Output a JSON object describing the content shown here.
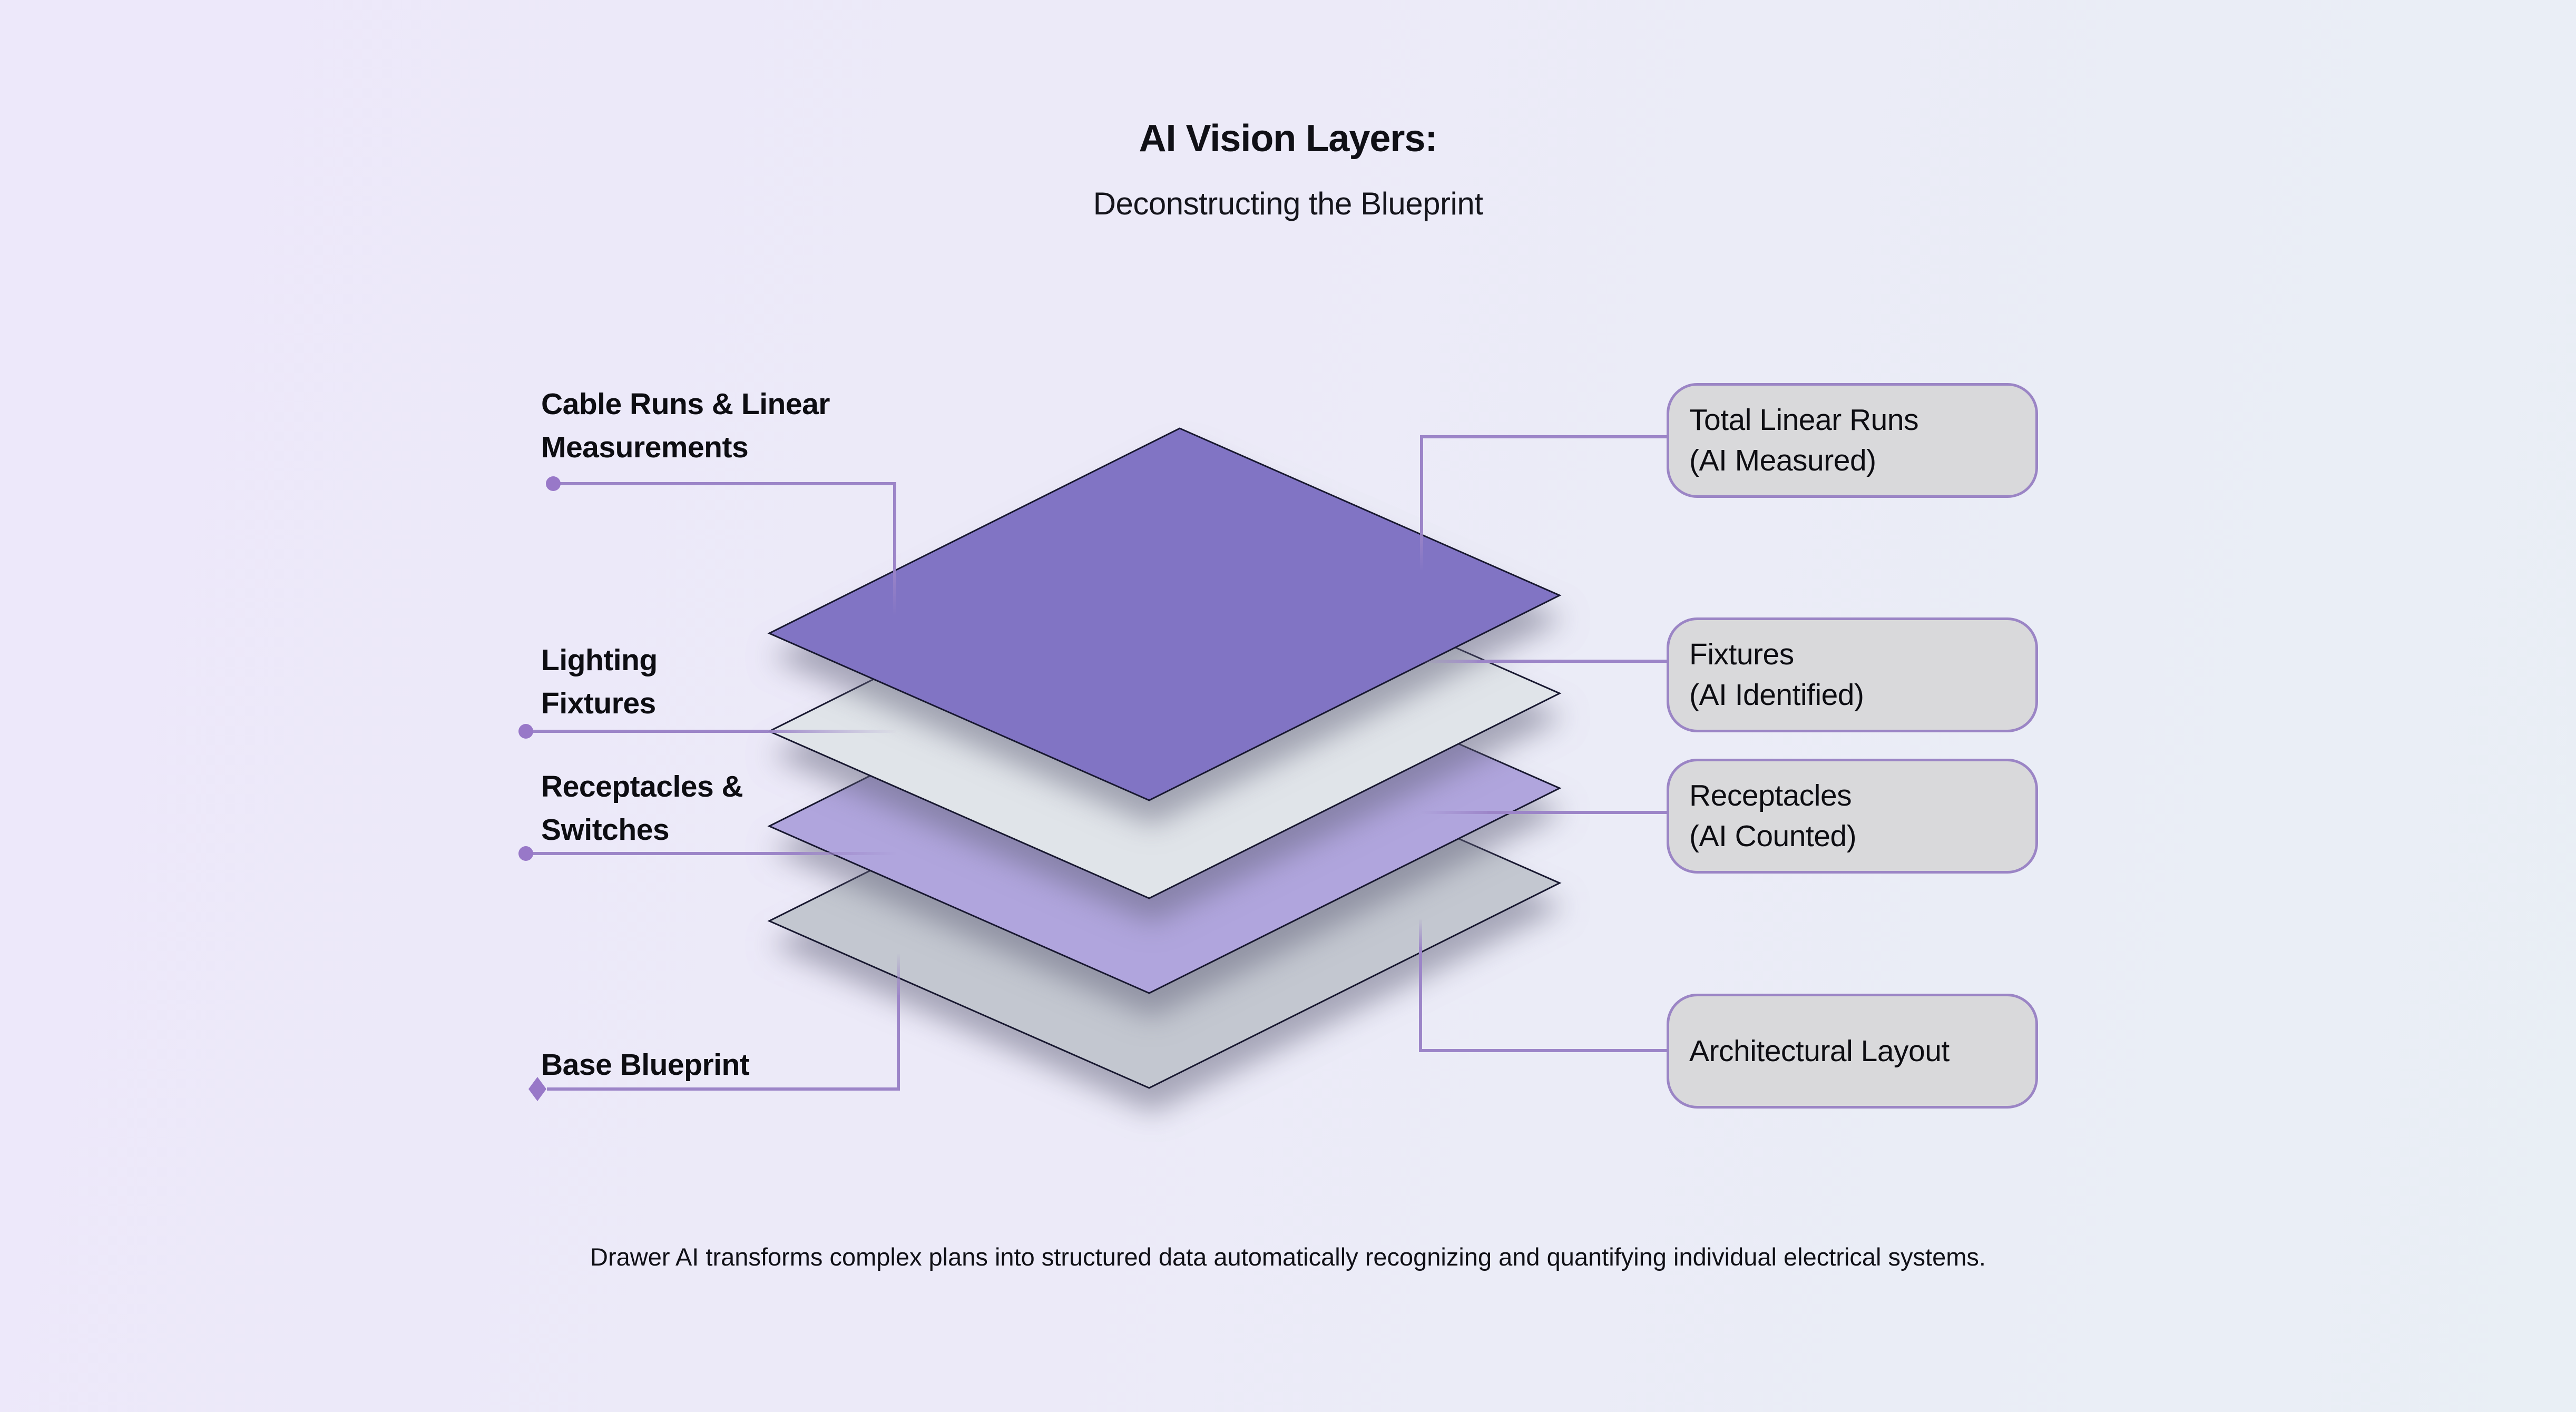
{
  "header": {
    "title": "AI Vision Layers:",
    "subtitle": "Deconstructing the Blueprint"
  },
  "caption": "Drawer AI transforms complex plans into structured data automatically recognizing and quantifying individual electrical systems.",
  "colors": {
    "background_left": "#EDE8FA",
    "background_right": "#E9EFF5",
    "connector": "#9C85C8",
    "connector_dot": "#9878C8",
    "layer_outline": "#181830",
    "callout_fill": "#D9D9DB",
    "callout_border": "#9B85C5",
    "text": "#101016"
  },
  "layers": [
    {
      "id": "cable-runs",
      "label_lines": [
        "Cable Runs & Linear",
        "Measurements"
      ],
      "fill": "#8174C4",
      "callout_lines": [
        "Total Linear Runs",
        "(AI Measured)"
      ]
    },
    {
      "id": "lighting-fixtures",
      "label_lines": [
        "Lighting",
        "Fixtures"
      ],
      "fill": "#E0E4E9",
      "callout_lines": [
        "Fixtures",
        "(AI Identified)"
      ]
    },
    {
      "id": "receptacles-switches",
      "label_lines": [
        "Receptacles &",
        "Switches"
      ],
      "fill": "#B0A5DD",
      "callout_lines": [
        "Receptacles",
        "(AI Counted)"
      ]
    },
    {
      "id": "base-blueprint",
      "label_lines": [
        "Base Blueprint"
      ],
      "fill": "#C3C7D0",
      "callout_lines": [
        "Architectural Layout"
      ]
    }
  ]
}
